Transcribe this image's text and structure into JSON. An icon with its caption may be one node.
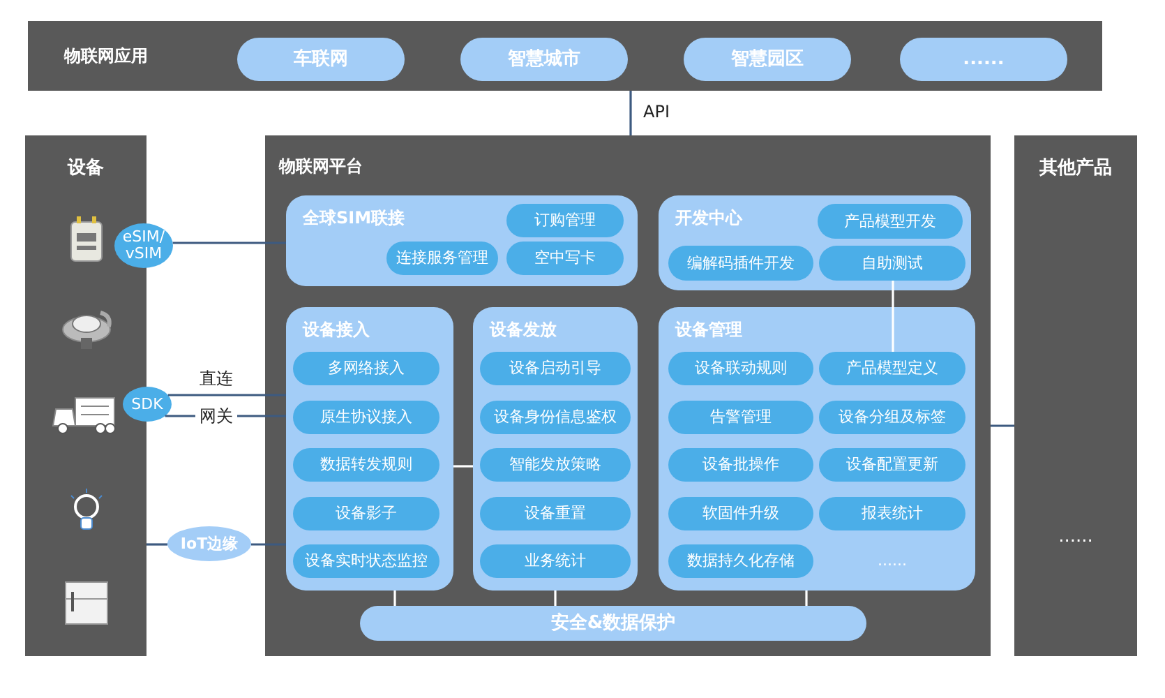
{
  "diagram": {
    "nodes": [
      {
        "text": [
          "物联网应用"
        ]
      },
      {
        "text": [
          "车联网"
        ],
        "in": 0
      },
      {
        "text": [
          "智慧城市"
        ],
        "in": 0
      },
      {
        "text": [
          "智慧园区"
        ],
        "in": 0
      },
      {
        "text": [
          "......"
        ],
        "in": 0
      },
      {
        "text": [
          "设备"
        ]
      },
      {
        "text": [
          "eSIM/ vSIM"
        ]
      },
      {
        "text": [
          "SDK"
        ]
      },
      {
        "text": [
          "IoT边缘"
        ]
      },
      {
        "text": [
          "物联网平台"
        ]
      },
      {
        "text": [
          "全球SIM联接"
        ],
        "in": 9
      },
      {
        "text": [
          "订购管理"
        ],
        "in": 10
      },
      {
        "text": [
          "连接服务管理"
        ],
        "in": 10
      },
      {
        "text": [
          "空中写卡"
        ],
        "in": 10
      },
      {
        "text": [
          "开发中心"
        ],
        "in": 9
      },
      {
        "text": [
          "产品模型开发"
        ],
        "in": 14
      },
      {
        "text": [
          "编解码插件开发"
        ],
        "in": 14
      },
      {
        "text": [
          "自助测试"
        ],
        "in": 14
      },
      {
        "text": [
          "设备接入"
        ],
        "in": 9
      },
      {
        "text": [
          "多网络接入"
        ],
        "in": 18
      },
      {
        "text": [
          "原生协议接入"
        ],
        "in": 18
      },
      {
        "text": [
          "数据转发规则"
        ],
        "in": 18
      },
      {
        "text": [
          "设备影子"
        ],
        "in": 18
      },
      {
        "text": [
          "设备实时状态监控"
        ],
        "in": 18
      },
      {
        "text": [
          "设备发放"
        ],
        "in": 9
      },
      {
        "text": [
          "设备启动引导"
        ],
        "in": 24
      },
      {
        "text": [
          "设备身份信息鉴权"
        ],
        "in": 24
      },
      {
        "text": [
          "智能发放策略"
        ],
        "in": 24
      },
      {
        "text": [
          "设备重置"
        ],
        "in": 24
      },
      {
        "text": [
          "业务统计"
        ],
        "in": 24
      },
      {
        "text": [
          "设备管理"
        ],
        "in": 9
      },
      {
        "text": [
          "设备联动规则"
        ],
        "in": 30
      },
      {
        "text": [
          "产品模型定义"
        ],
        "in": 30
      },
      {
        "text": [
          "告警管理"
        ],
        "in": 30
      },
      {
        "text": [
          "设备分组及标签"
        ],
        "in": 30
      },
      {
        "text": [
          "设备批操作"
        ],
        "in": 30
      },
      {
        "text": [
          "设备配置更新"
        ],
        "in": 30
      },
      {
        "text": [
          "软固件升级"
        ],
        "in": 30
      },
      {
        "text": [
          "报表统计"
        ],
        "in": 30
      },
      {
        "text": [
          "数据持久化存储"
        ],
        "in": 30
      },
      {
        "text": [
          "......"
        ],
        "in": 30
      },
      {
        "text": [
          "安全&数据保护"
        ],
        "in": 9
      },
      {
        "text": [
          "其他产品",
          "......"
        ]
      }
    ],
    "edges": [
      {
        "from": 0,
        "to": 9,
        "arrow": "none",
        "label": "API"
      },
      {
        "from": 6,
        "to": 10,
        "arrow": "none"
      },
      {
        "from": 7,
        "to": 18,
        "arrow": "none",
        "label": "直连"
      },
      {
        "from": 7,
        "to": 18,
        "arrow": "none",
        "label": "网关"
      },
      {
        "from": 5,
        "to": 8,
        "arrow": "none"
      },
      {
        "from": 8,
        "to": 18,
        "arrow": "none"
      },
      {
        "from": 18,
        "to": 24,
        "arrow": "none",
        "color": "#ffffff"
      },
      {
        "from": 17,
        "to": 32,
        "arrow": "none",
        "color": "#ffffff"
      },
      {
        "from": 18,
        "to": 41,
        "arrow": "none",
        "color": "#ffffff"
      },
      {
        "from": 24,
        "to": 41,
        "arrow": "none",
        "color": "#ffffff"
      },
      {
        "from": 30,
        "to": 41,
        "arrow": "none",
        "color": "#ffffff"
      },
      {
        "from": 9,
        "to": 42,
        "arrow": "none"
      }
    ]
  }
}
